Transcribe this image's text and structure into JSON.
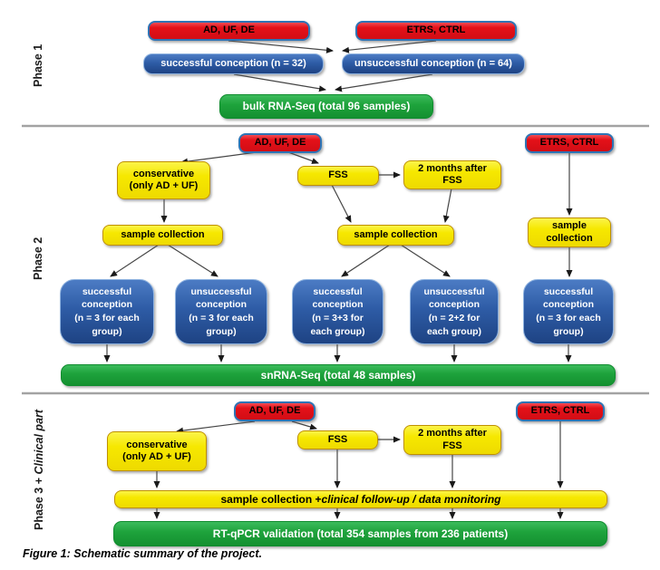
{
  "figure": {
    "caption": "Figure 1: Schematic summary of the project."
  },
  "colors": {
    "red": "#e41119",
    "yellow": "#f6e800",
    "blue": "#2e5ca6",
    "green": "#1ea33c",
    "divider": "#a3a3a3"
  },
  "phase1": {
    "label": "Phase 1",
    "ad": "AD, UF, DE",
    "etrs": "ETRS, CTRL",
    "successful": "successful conception (n = 32)",
    "unsuccessful": "unsuccessful conception (n = 64)",
    "result": "bulk RNA-Seq (total 96 samples)"
  },
  "phase2": {
    "label": "Phase 2",
    "ad": "AD, UF, DE",
    "etrs": "ETRS, CTRL",
    "conservative": "conservative\n(only AD + UF)",
    "fss": "FSS",
    "after_fss": "2 months after\nFSS",
    "sample_left": "sample collection",
    "sample_mid": "sample collection",
    "sample_right": "sample\ncollection",
    "group1": "successful\nconception\n(n = 3 for each\ngroup)",
    "group2": "unsuccessful\nconception\n(n = 3 for each\ngroup)",
    "group3": "successful\nconception\n(n = 3+3 for\neach group)",
    "group4": "unsuccessful\nconception\n(n = 2+2 for\neach group)",
    "group5": "successful\nconception\n(n = 3 for each\ngroup)",
    "result": "snRNA-Seq (total 48 samples)"
  },
  "phase3": {
    "label_prefix": "Phase 3 + ",
    "label_italic": "Clinical part",
    "ad": "AD, UF, DE",
    "etrs": "ETRS, CTRL",
    "conservative": "conservative\n(only AD + UF)",
    "fss": "FSS",
    "after_fss": "2 months after\nFSS",
    "collection_prefix": "sample collection + ",
    "collection_italic": "clinical follow-up / data monitoring",
    "result": "RT-qPCR validation (total 354 samples from 236 patients)"
  }
}
